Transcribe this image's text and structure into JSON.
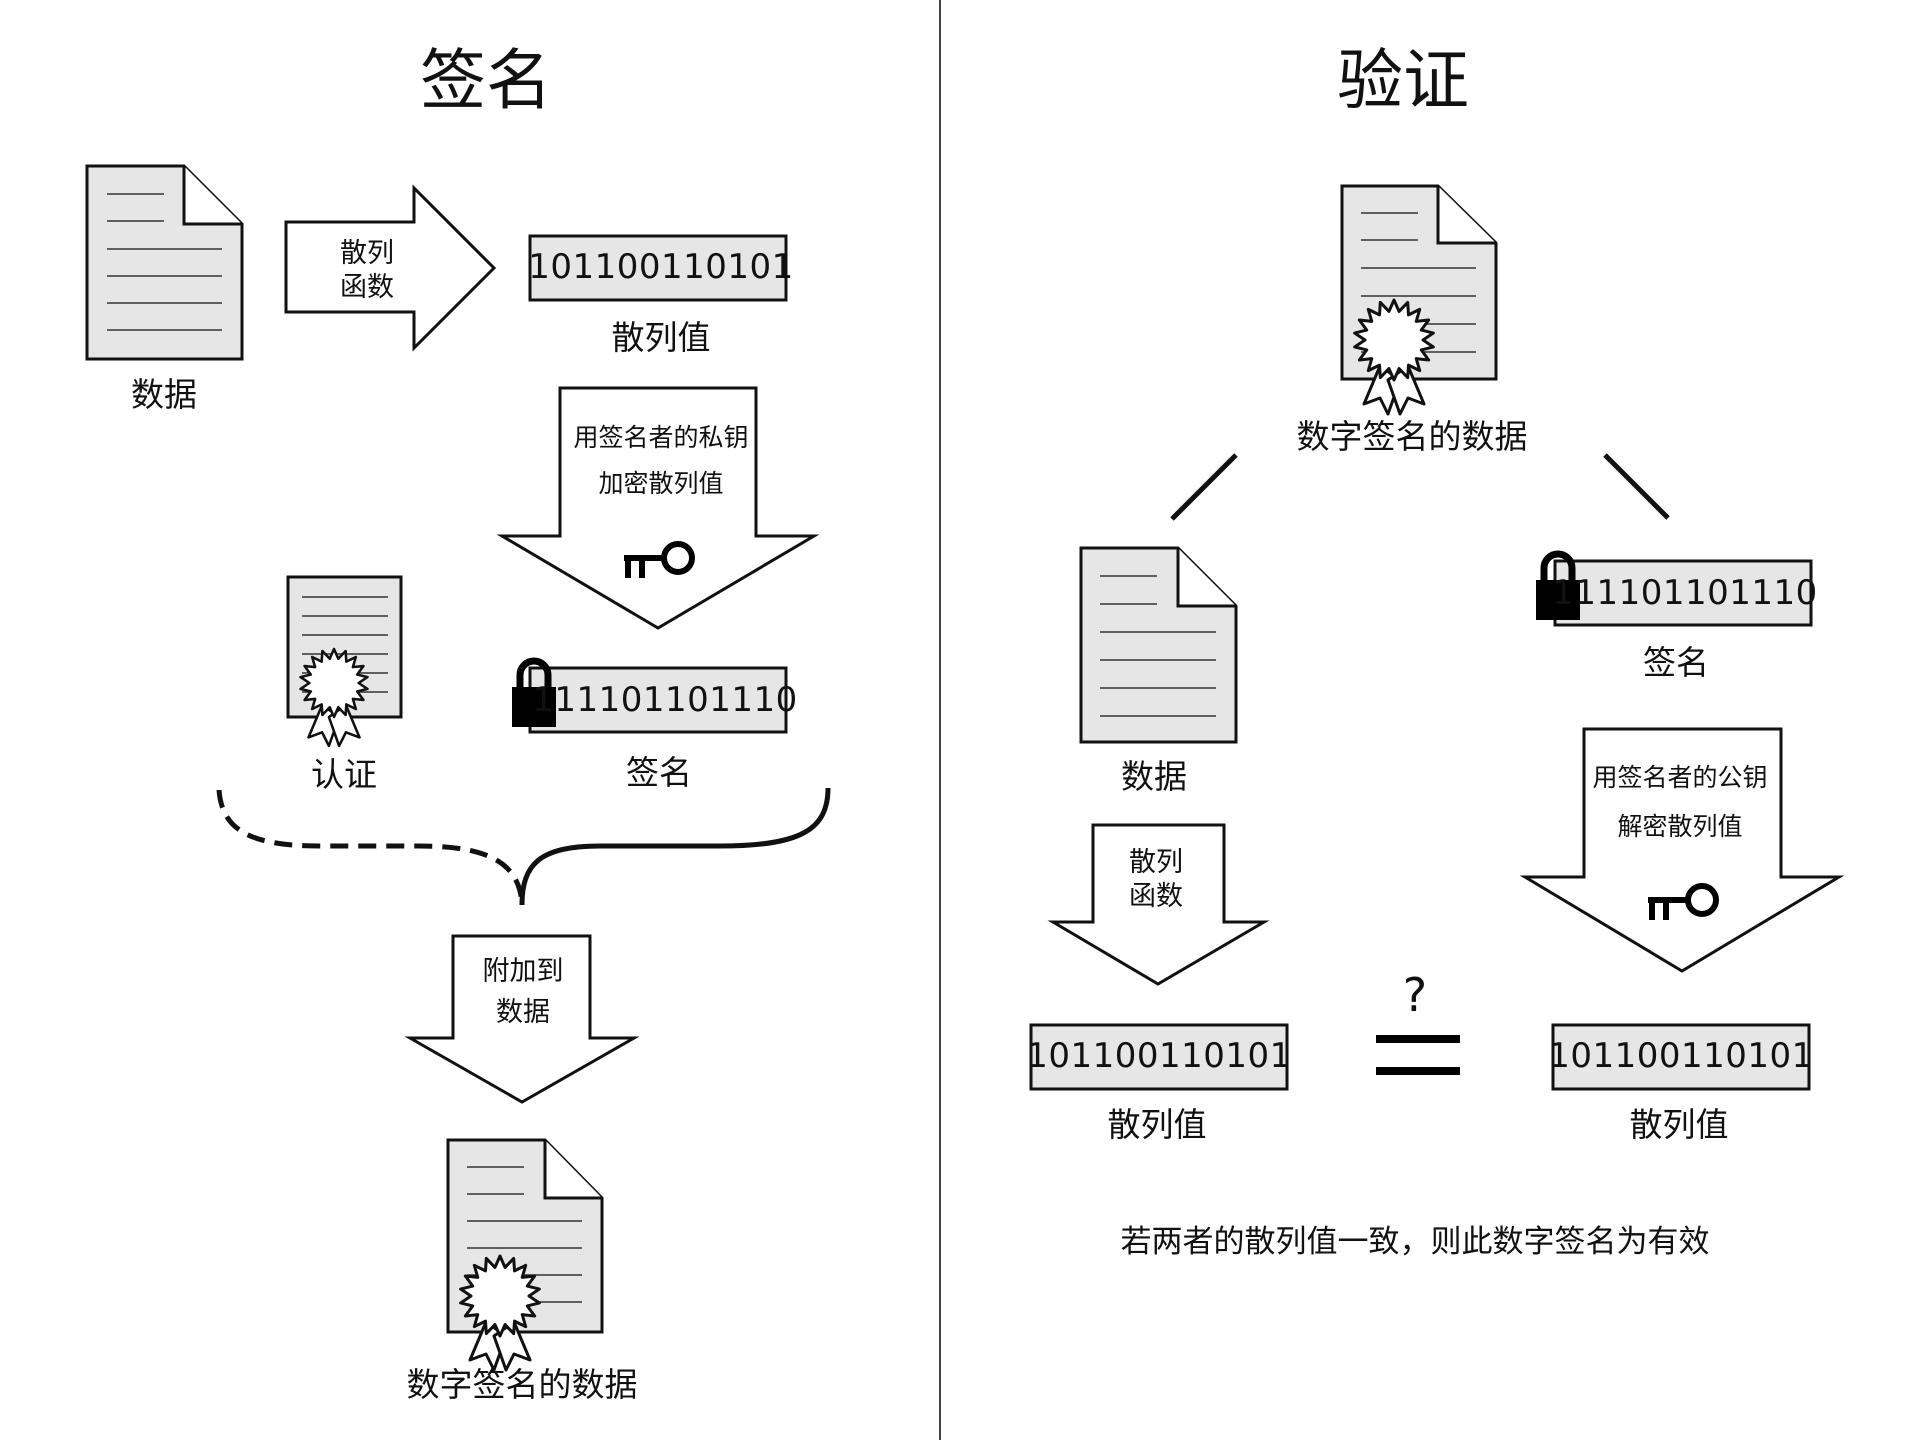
{
  "left": {
    "title": "签名",
    "data_label": "数据",
    "hash_function_label_line1": "散列",
    "hash_function_label_line2": "函数",
    "hash_value_binary": "101100110101",
    "hash_value_label": "散列值",
    "encrypt_label_line1": "用签名者的私钥",
    "encrypt_label_line2": "加密散列值",
    "certificate_label": "认证",
    "signature_binary": "111101101110",
    "signature_label": "签名",
    "attach_label_line1": "附加到",
    "attach_label_line2": "数据",
    "signed_data_label": "数字签名的数据"
  },
  "right": {
    "title": "验证",
    "signed_data_label": "数字签名的数据",
    "data_label": "数据",
    "signature_binary": "111101101110",
    "signature_label": "签名",
    "hash_function_label_line1": "散列",
    "hash_function_label_line2": "函数",
    "decrypt_label_line1": "用签名者的公钥",
    "decrypt_label_line2": "解密散列值",
    "question_mark": "?",
    "hash_value_left_binary": "101100110101",
    "hash_value_left_label": "散列值",
    "hash_value_right_binary": "101100110101",
    "hash_value_right_label": "散列值",
    "conclusion": "若两者的散列值一致，则此数字签名为有效"
  },
  "colors": {
    "stroke": "#111111",
    "fill": "#e6e6e6",
    "background": "#ffffff"
  }
}
